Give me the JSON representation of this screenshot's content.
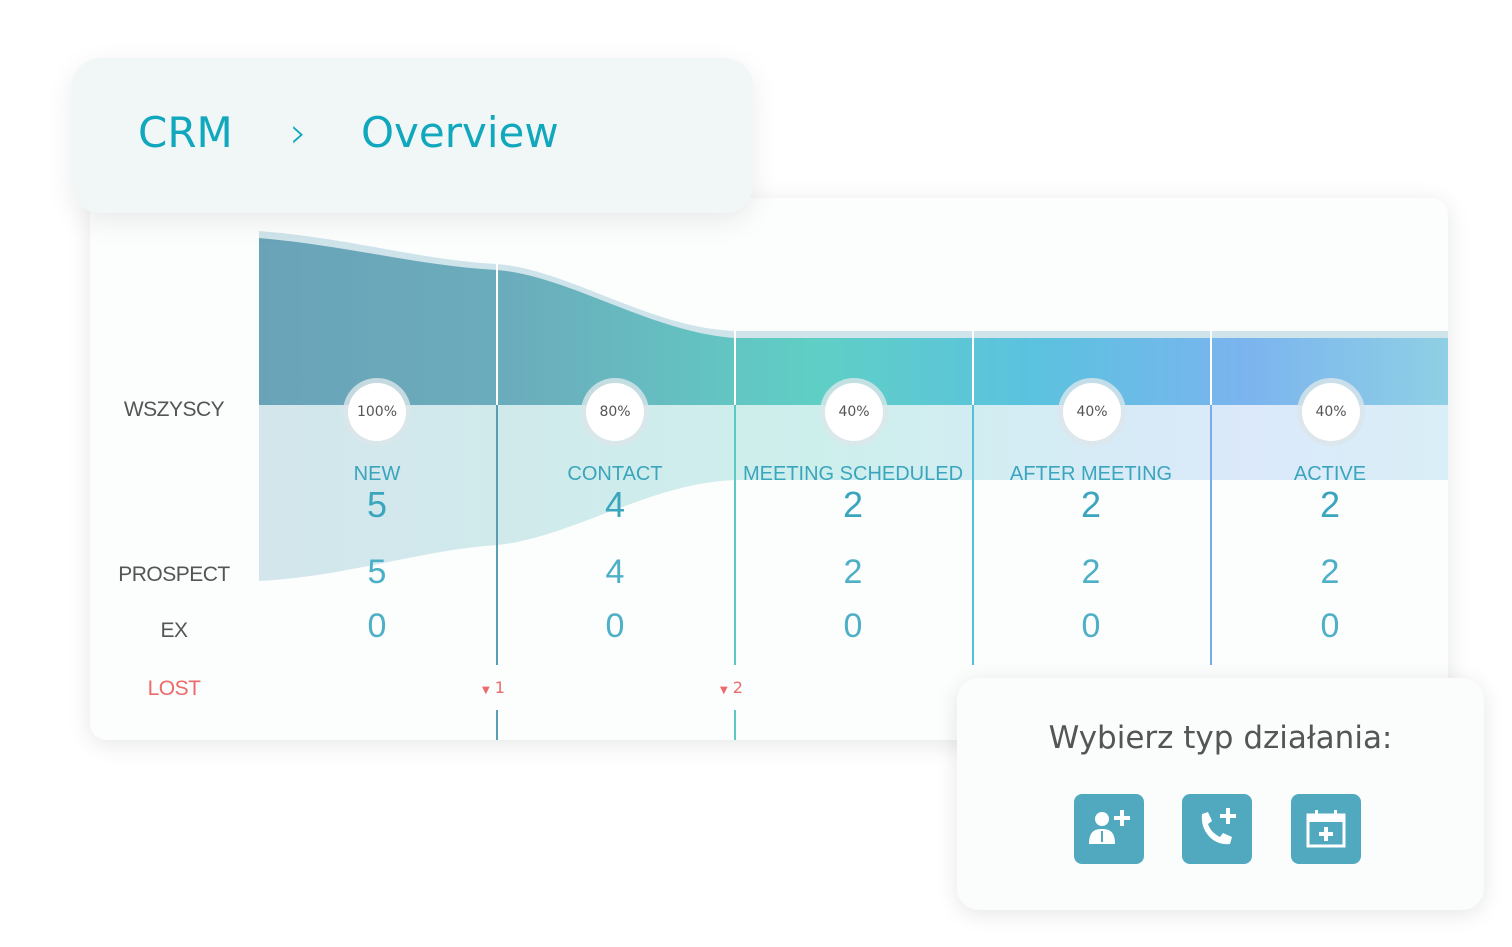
{
  "breadcrumb": {
    "root": "CRM",
    "separator": "›",
    "current": "Overview"
  },
  "funnel": {
    "row_labels": {
      "all": "WSZYSCY",
      "prospect": "PROSPECT",
      "ex": "EX",
      "lost": "LOST"
    },
    "stages": [
      {
        "name": "NEW",
        "percent": "100%",
        "count": "5",
        "prospect": "5",
        "ex": "0"
      },
      {
        "name": "CONTACT",
        "percent": "80%",
        "count": "4",
        "prospect": "4",
        "ex": "0"
      },
      {
        "name": "MEETING SCHEDULED",
        "percent": "40%",
        "count": "2",
        "prospect": "2",
        "ex": "0"
      },
      {
        "name": "AFTER MEETING",
        "percent": "40%",
        "count": "2",
        "prospect": "2",
        "ex": "0"
      },
      {
        "name": "ACTIVE",
        "percent": "40%",
        "count": "2",
        "prospect": "2",
        "ex": "0"
      }
    ],
    "lost_markers": [
      {
        "value": "1"
      },
      {
        "value": "2"
      }
    ]
  },
  "action_panel": {
    "title": "Wybierz typ działania:",
    "actions": [
      {
        "icon": "add-contact-icon"
      },
      {
        "icon": "add-call-icon"
      },
      {
        "icon": "add-event-icon"
      }
    ]
  },
  "colors": {
    "accent": "#11a7bd",
    "lost": "#ec6a6a",
    "button": "#50a9bf"
  }
}
